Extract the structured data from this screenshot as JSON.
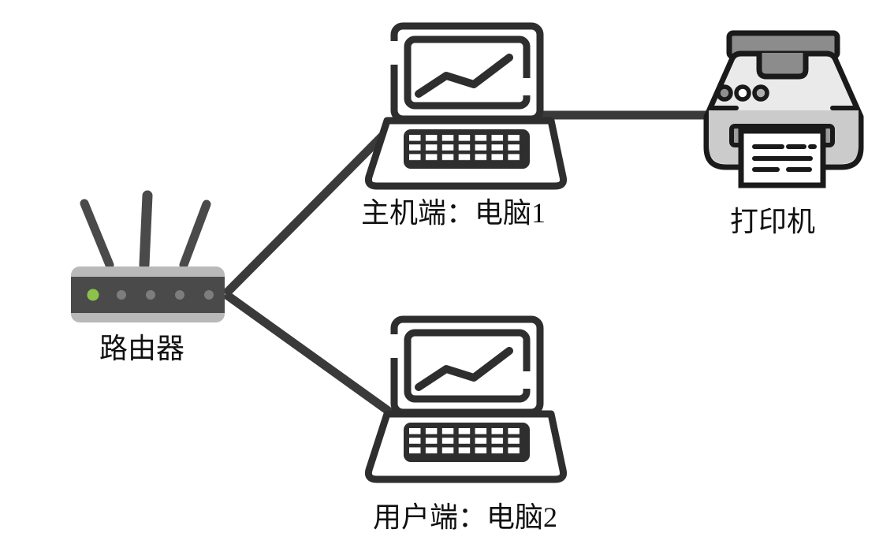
{
  "diagram": {
    "type": "network-topology",
    "background": "#ffffff",
    "nodes": [
      {
        "id": "router",
        "label": "路由器",
        "icon": "router-icon"
      },
      {
        "id": "computer1",
        "label": "主机端：电脑1",
        "icon": "laptop-icon"
      },
      {
        "id": "printer",
        "label": "打印机",
        "icon": "printer-icon"
      },
      {
        "id": "computer2",
        "label": "用户端：电脑2",
        "icon": "laptop-icon"
      }
    ],
    "edges": [
      {
        "from": "router",
        "to": "computer1"
      },
      {
        "from": "router",
        "to": "computer2"
      },
      {
        "from": "computer1",
        "to": "printer"
      }
    ],
    "colors": {
      "link": "#3a3a3a",
      "icon_stroke": "#2e2e2e",
      "printer_stroke": "#1a1a1a",
      "router_body": "#4a4a4a",
      "router_trim": "#b9b9b9",
      "antenna": "#4a4a4a",
      "led_active": "#8bc34a",
      "led_idle": "#7d7d7d",
      "printer_lid": "#8c8c8c",
      "printer_body_top": "#eaeaea",
      "printer_body_bottom": "#cbcbcb",
      "slot": "#9c9c9c",
      "label_text": "#111111"
    }
  }
}
